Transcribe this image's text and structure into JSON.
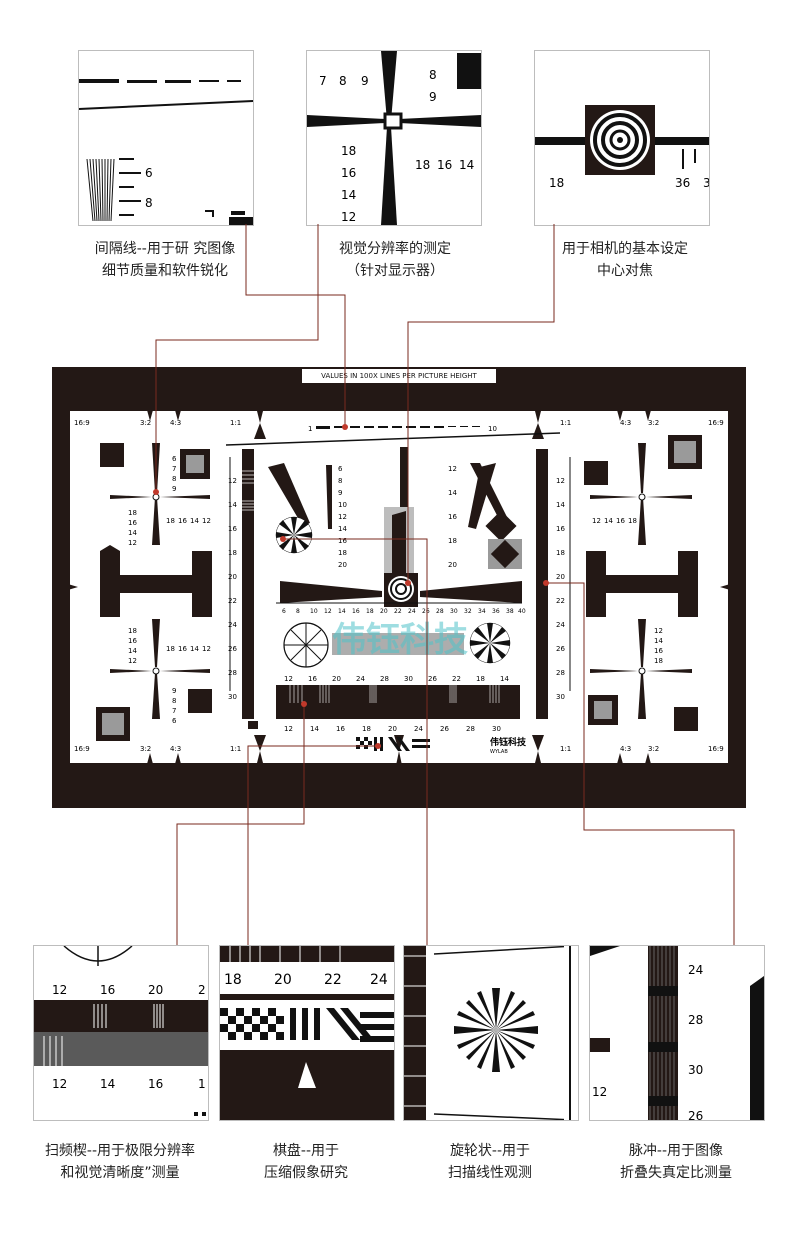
{
  "top_captions": [
    [
      "间隔线--用于研 究图像",
      "细节质量和软件锐化"
    ],
    [
      "视觉分辨率的测定",
      "（针对显示器）"
    ],
    [
      "用于相机的基本设定",
      "中心对焦"
    ]
  ],
  "bottom_captions": [
    [
      "扫频楔--用于极限分辨率",
      "和视觉清晰度”测量"
    ],
    [
      "棋盘--用于",
      "压缩假象研究"
    ],
    [
      "旋轮状--用于",
      "扫描线性观测"
    ],
    [
      "脉冲--用于图像",
      "折叠失真定比测量"
    ]
  ],
  "chart": {
    "header": "VALUES IN 100X LINES PER PICTURE HEIGHT",
    "brand": "伟钰科技",
    "brand_sub": "WYLAB",
    "watermark": "伟钰科技",
    "bar_start": "1",
    "bar_end": "10",
    "left_ticks": [
      "12",
      "14",
      "16",
      "18",
      "20",
      "22",
      "24",
      "26",
      "28",
      "30"
    ],
    "right_ticks": [
      "12",
      "14",
      "16",
      "18",
      "20",
      "22",
      "24",
      "26",
      "28",
      "30"
    ],
    "sweep_top": [
      "12",
      "16",
      "20",
      "24",
      "28",
      "30",
      "26",
      "22",
      "18",
      "14"
    ],
    "sweep_bottom": [
      "12",
      "14",
      "16",
      "18",
      "20",
      "24",
      "26",
      "28",
      "30"
    ],
    "corner_labels": [
      "16:9",
      "3:2",
      "4:3",
      "1:1"
    ],
    "small_ticks_a": [
      "6",
      "7",
      "8",
      "9"
    ],
    "small_ticks_b": [
      "18",
      "16",
      "14",
      "12"
    ],
    "center_ticks": [
      "6",
      "8",
      "9",
      "10",
      "12",
      "14",
      "16",
      "18",
      "20"
    ],
    "scale_row": [
      "6",
      "8",
      "10",
      "12",
      "14",
      "16",
      "18",
      "20",
      "22",
      "24",
      "26",
      "28",
      "30",
      "32",
      "34",
      "36",
      "38",
      "40"
    ]
  },
  "panels": {
    "spacing": {
      "ticks": [
        "6",
        "8"
      ]
    },
    "visual": {
      "top": [
        "7",
        "8",
        "9"
      ],
      "right": [
        "8",
        "9"
      ],
      "left": [
        "18",
        "16",
        "14",
        "12"
      ],
      "bottom": [
        "18",
        "16",
        "14"
      ]
    },
    "focus": {
      "ticks": [
        "18",
        "36",
        "3"
      ]
    },
    "sweep": {
      "top": [
        "12",
        "16",
        "20",
        "2"
      ],
      "bottom": [
        "12",
        "14",
        "16",
        "1"
      ]
    },
    "checker": {
      "ticks": [
        "18",
        "20",
        "22",
        "24"
      ]
    },
    "pulse": {
      "ticks": [
        "24",
        "28",
        "30",
        "26"
      ],
      "left": [
        "12"
      ]
    }
  }
}
